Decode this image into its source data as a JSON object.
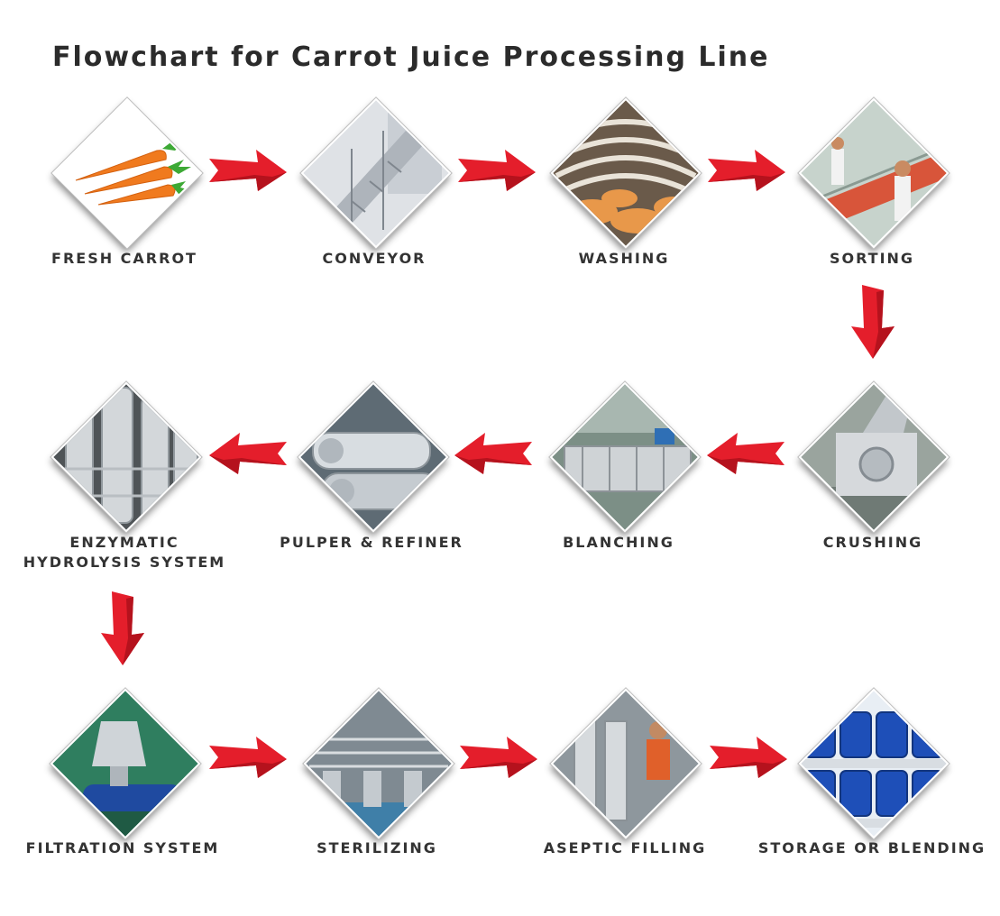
{
  "title": "Flowchart for Carrot Juice Processing Line",
  "colors": {
    "arrow": "#e41e2b",
    "arrow_dark": "#b5121d",
    "text": "#333333"
  },
  "steps": [
    {
      "label": "FRESH CARROT",
      "icon": "carrot-photo"
    },
    {
      "label": "CONVEYOR",
      "icon": "conveyor-photo"
    },
    {
      "label": "WASHING",
      "icon": "washing-photo"
    },
    {
      "label": "SORTING",
      "icon": "sorting-photo"
    },
    {
      "label": "CRUSHING",
      "icon": "crusher-photo"
    },
    {
      "label": "BLANCHING",
      "icon": "blancher-photo"
    },
    {
      "label": "PULPER & REFINER",
      "icon": "pulper-photo"
    },
    {
      "label": "ENZYMATIC HYDROLYSIS SYSTEM",
      "icon": "tanks-photo"
    },
    {
      "label": "FILTRATION SYSTEM",
      "icon": "centrifuge-photo"
    },
    {
      "label": "STERILIZING",
      "icon": "sterilizer-photo"
    },
    {
      "label": "ASEPTIC FILLING",
      "icon": "filler-photo"
    },
    {
      "label": "STORAGE OR BLENDING",
      "icon": "drums-photo"
    }
  ]
}
